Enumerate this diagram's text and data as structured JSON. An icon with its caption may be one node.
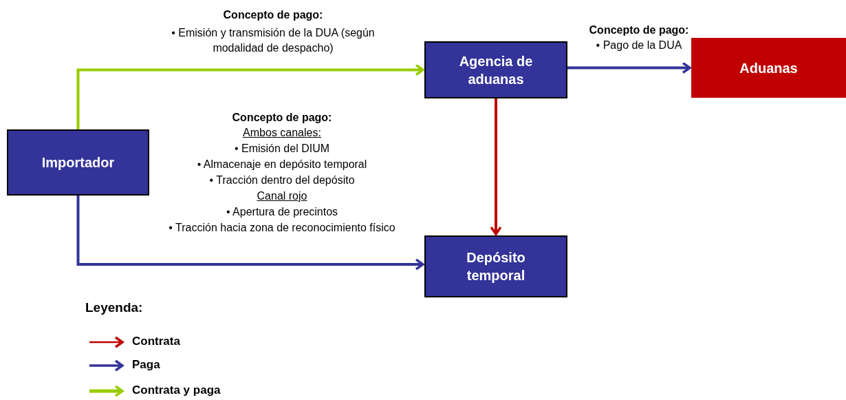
{
  "diagram": {
    "nodes": [
      {
        "text": [
          "Importador"
        ]
      },
      {
        "text": [
          "Agencia de aduanas"
        ]
      },
      {
        "text": [
          "Aduanas"
        ]
      },
      {
        "text": [
          "Depósito temporal"
        ]
      }
    ],
    "edges": [
      {
        "from": 0,
        "to": 1,
        "arrow": "to",
        "color": "#99cc00"
      },
      {
        "from": 1,
        "to": 2,
        "arrow": "to"
      },
      {
        "from": 1,
        "to": 3,
        "arrow": "to",
        "color": "#c00000"
      },
      {
        "from": 0,
        "to": 3,
        "arrow": "to"
      }
    ],
    "labels": [
      "Concepto de pago:",
      "• Emisión y transmisión de la DUA (según modalidad de despacho)",
      "Concepto de pago:",
      "• Pago de la DUA",
      "Concepto de pago:",
      "Ambos canales:",
      "• Emisión del DIUM",
      "• Almacenaje en depósito temporal",
      "• Tracción dentro del depósito",
      "Canal rojo",
      "• Apertura de precintos",
      "• Tracción hacia zona de reconocimiento físico",
      "Leyenda:"
    ],
    "legend": [
      {
        "text": "Contrata",
        "color": "#c00000"
      },
      {
        "text": "Paga",
        "color": "#333399"
      },
      {
        "text": "Contrata y paga",
        "color": "#99cc00"
      }
    ]
  }
}
